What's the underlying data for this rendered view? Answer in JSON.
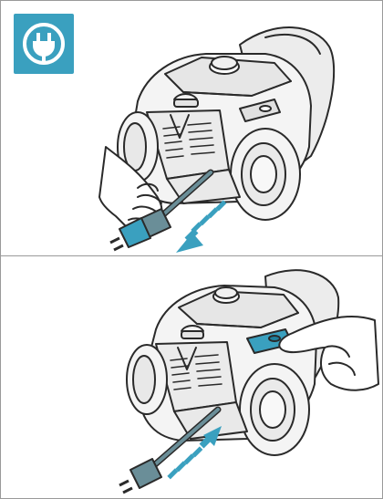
{
  "colors": {
    "accent": "#3aa0bf",
    "accent_dark": "#1f7f9c",
    "line": "#2a2a2a",
    "fill_light": "#f2f2f2",
    "fill_mid": "#e2e2e2",
    "cord": "#6a8e98"
  },
  "badge": {
    "icon": "power-plug-icon"
  },
  "steps": [
    {
      "id": "step-1",
      "icon": "vacuum-cleaner-icon",
      "action": "unplug",
      "arrow": "arrow-outward-icon"
    },
    {
      "id": "step-2",
      "icon": "vacuum-cleaner-icon",
      "action": "press-cord-rewind",
      "arrow": "arrow-inward-icon"
    }
  ]
}
